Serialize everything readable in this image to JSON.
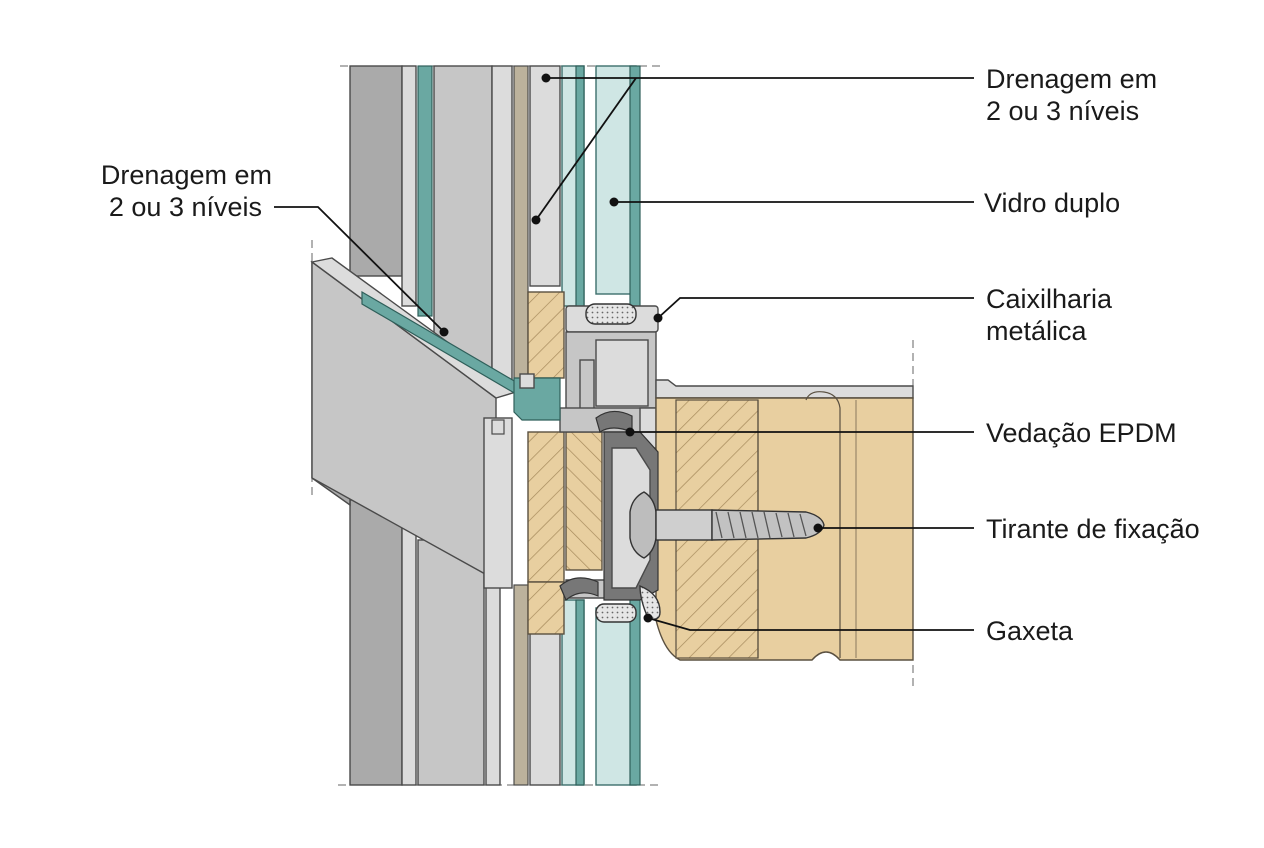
{
  "labels": {
    "drainage_top_right": [
      "Drenagem em",
      "2 ou 3 níveis"
    ],
    "drainage_left": [
      "Drenagem em",
      "2 ou 3 níveis"
    ],
    "double_glazing": "Vidro duplo",
    "metal_frame": [
      "Caixilharia",
      "metálica"
    ],
    "epdm_seal": "Vedação EPDM",
    "fixing_anchor": "Tirante de fixação",
    "gasket": "Gaxeta"
  },
  "colors": {
    "glass": "#cfe6e4",
    "glass_edge": "#6aa8a2",
    "steel": "#c6c6c6",
    "timber": "#e8cfa0",
    "epdm": "#777777"
  }
}
